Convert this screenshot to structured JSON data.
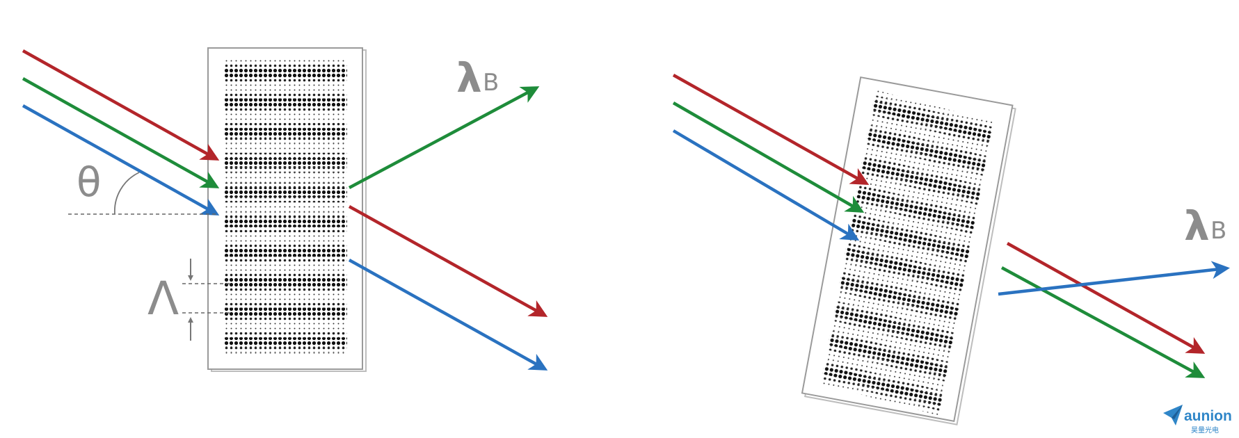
{
  "colors": {
    "red": "#b3252a",
    "green": "#1e8c3a",
    "blue": "#2a72c0",
    "label_gray": "#8c8c8c",
    "logo_blue": "#2f86c8"
  },
  "left_diagram": {
    "angle_symbol": "θ",
    "period_symbol": "Λ",
    "bragg_label": {
      "main": "λ",
      "subscript": "B"
    }
  },
  "right_diagram": {
    "bragg_label": {
      "main": "λ",
      "subscript": "B"
    }
  },
  "logo": {
    "name": "aunion",
    "subtitle": "昊量光电",
    "icon": "paper-plane-icon"
  }
}
